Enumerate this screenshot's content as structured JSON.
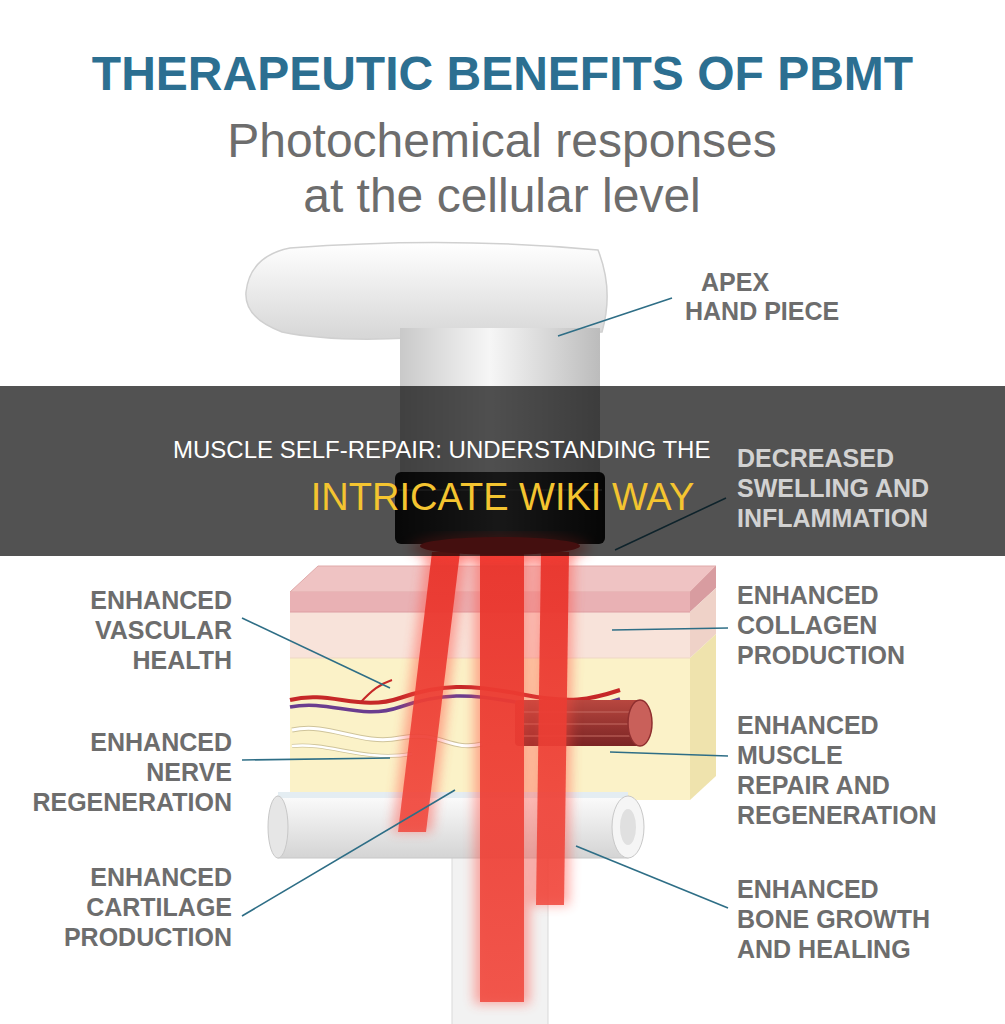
{
  "diagram": {
    "title": "THERAPEUTIC BENEFITS OF PBMT",
    "nodes": [
      {
        "text": [
          "MUSCLE SELF-REPAIR: UNDERSTANDING THE",
          "INTRICATE WIKI WAY"
        ]
      }
    ],
    "labels": [
      "Photochemical responses at the cellular level",
      "APEX HAND PIECE",
      "DECREASED SWELLING AND INFLAMMATION",
      "ENHANCED VASCULAR HEALTH",
      "ENHANCED COLLAGEN PRODUCTION",
      "ENHANCED NERVE REGENERATION",
      "ENHANCED MUSCLE REPAIR AND REGENERATION",
      "ENHANCED CARTILAGE PRODUCTION",
      "ENHANCED BONE GROWTH AND HEALING"
    ]
  }
}
